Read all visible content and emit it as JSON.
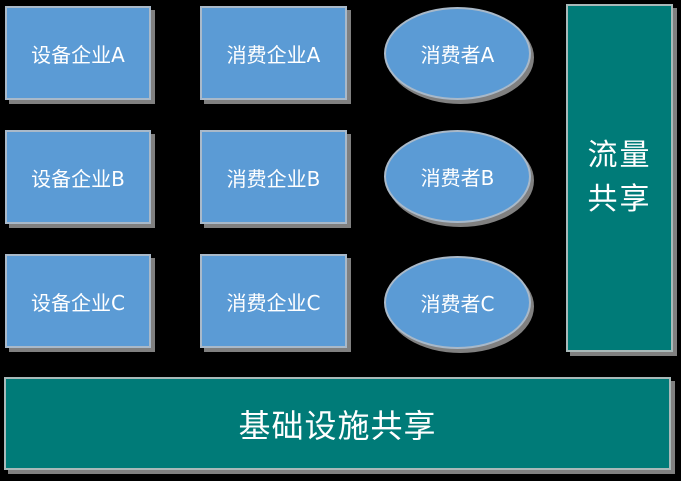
{
  "colors": {
    "node_fill": "#5b9bd5",
    "shared_fill": "#007b78",
    "background": "#000000",
    "text": "#ffffff"
  },
  "equipment_companies": [
    {
      "label": "设备企业A"
    },
    {
      "label": "设备企业B"
    },
    {
      "label": "设备企业C"
    }
  ],
  "consumer_companies": [
    {
      "label": "消费企业A"
    },
    {
      "label": "消费企业B"
    },
    {
      "label": "消费企业C"
    }
  ],
  "consumers": [
    {
      "label": "消费者A"
    },
    {
      "label": "消费者B"
    },
    {
      "label": "消费者C"
    }
  ],
  "traffic_sharing": {
    "line1": "流量",
    "line2": "共享"
  },
  "infrastructure_sharing": {
    "label": "基础设施共享"
  }
}
